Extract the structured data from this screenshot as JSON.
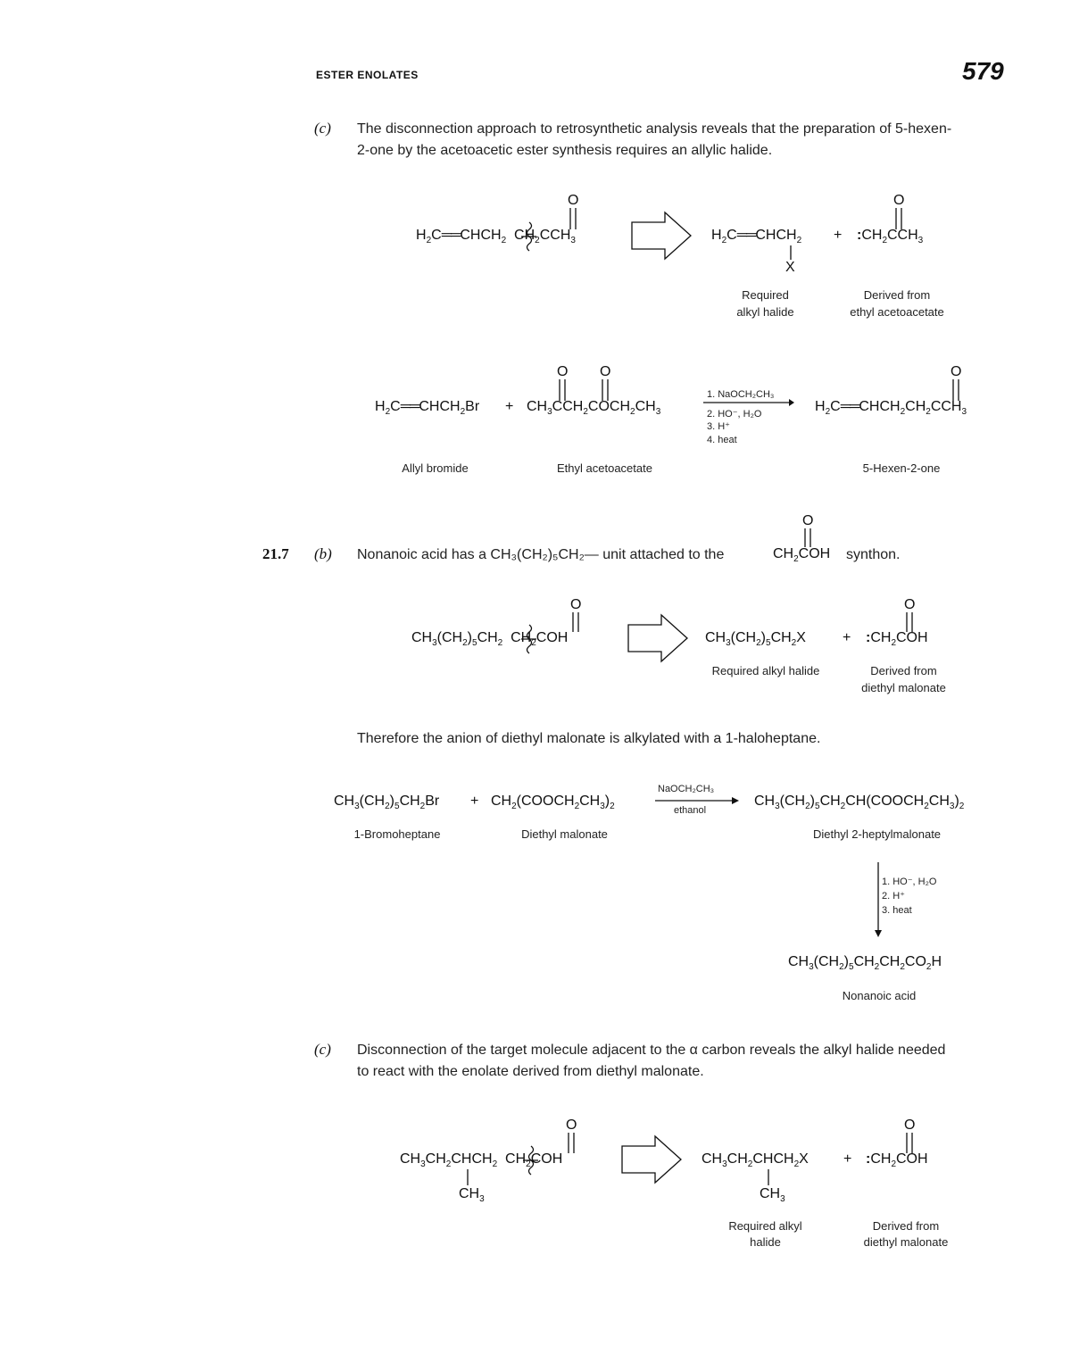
{
  "header": {
    "section": "ESTER ENOLATES",
    "page_number": "579"
  },
  "partC1": {
    "label": "(c)",
    "text_line1": "The disconnection approach to retrosynthetic analysis reveals that the preparation of 5-hexen-",
    "text_line2": "2-one by the acetoacetic ester synthesis requires an allylic halide.",
    "cap_required_1": "Required",
    "cap_required_2": "alkyl halide",
    "cap_derived_1": "Derived from",
    "cap_derived_2": "ethyl acetoacetate",
    "cond1": "1. NaOCH₂CH₃",
    "cond2": "2. HO⁻, H₂O",
    "cond3": "3. H⁺",
    "cond4": "4. heat",
    "cap_allyl": "Allyl bromide",
    "cap_ethylaa": "Ethyl acetoacetate",
    "cap_hexenone": "5-Hexen-2-one"
  },
  "prob217": {
    "number": "21.7",
    "label_b": "(b)",
    "text_b_pre": "Nonanoic acid has a CH₃(CH₂)₅CH₂— unit attached to the",
    "text_b_post": "synthon.",
    "cap_req": "Required alkyl halide",
    "cap_der1": "Derived from",
    "cap_der2": "diethyl malonate",
    "therefore": "Therefore the anion of diethyl malonate is alkylated with a 1-haloheptane.",
    "cond_a": "NaOCH₂CH₃",
    "cond_b": "ethanol",
    "cap_bromoheptane": "1-Bromoheptane",
    "cap_malonate": "Diethyl malonate",
    "cap_heptylmalonate": "Diethyl 2-heptylmalonate",
    "cond_v1": "1. HO⁻, H₂O",
    "cond_v2": "2. H⁺",
    "cond_v3": "3. heat",
    "cap_nonanoic": "Nonanoic acid",
    "label_c": "(c)",
    "text_c_line1": "Disconnection of the target molecule adjacent to the α carbon reveals the alkyl halide needed",
    "text_c_line2": "to react with the enolate derived from diethyl malonate.",
    "cap_req_c1": "Required alkyl",
    "cap_req_c2": "halide",
    "cap_der_c1": "Derived from",
    "cap_der_c2": "diethyl malonate"
  }
}
